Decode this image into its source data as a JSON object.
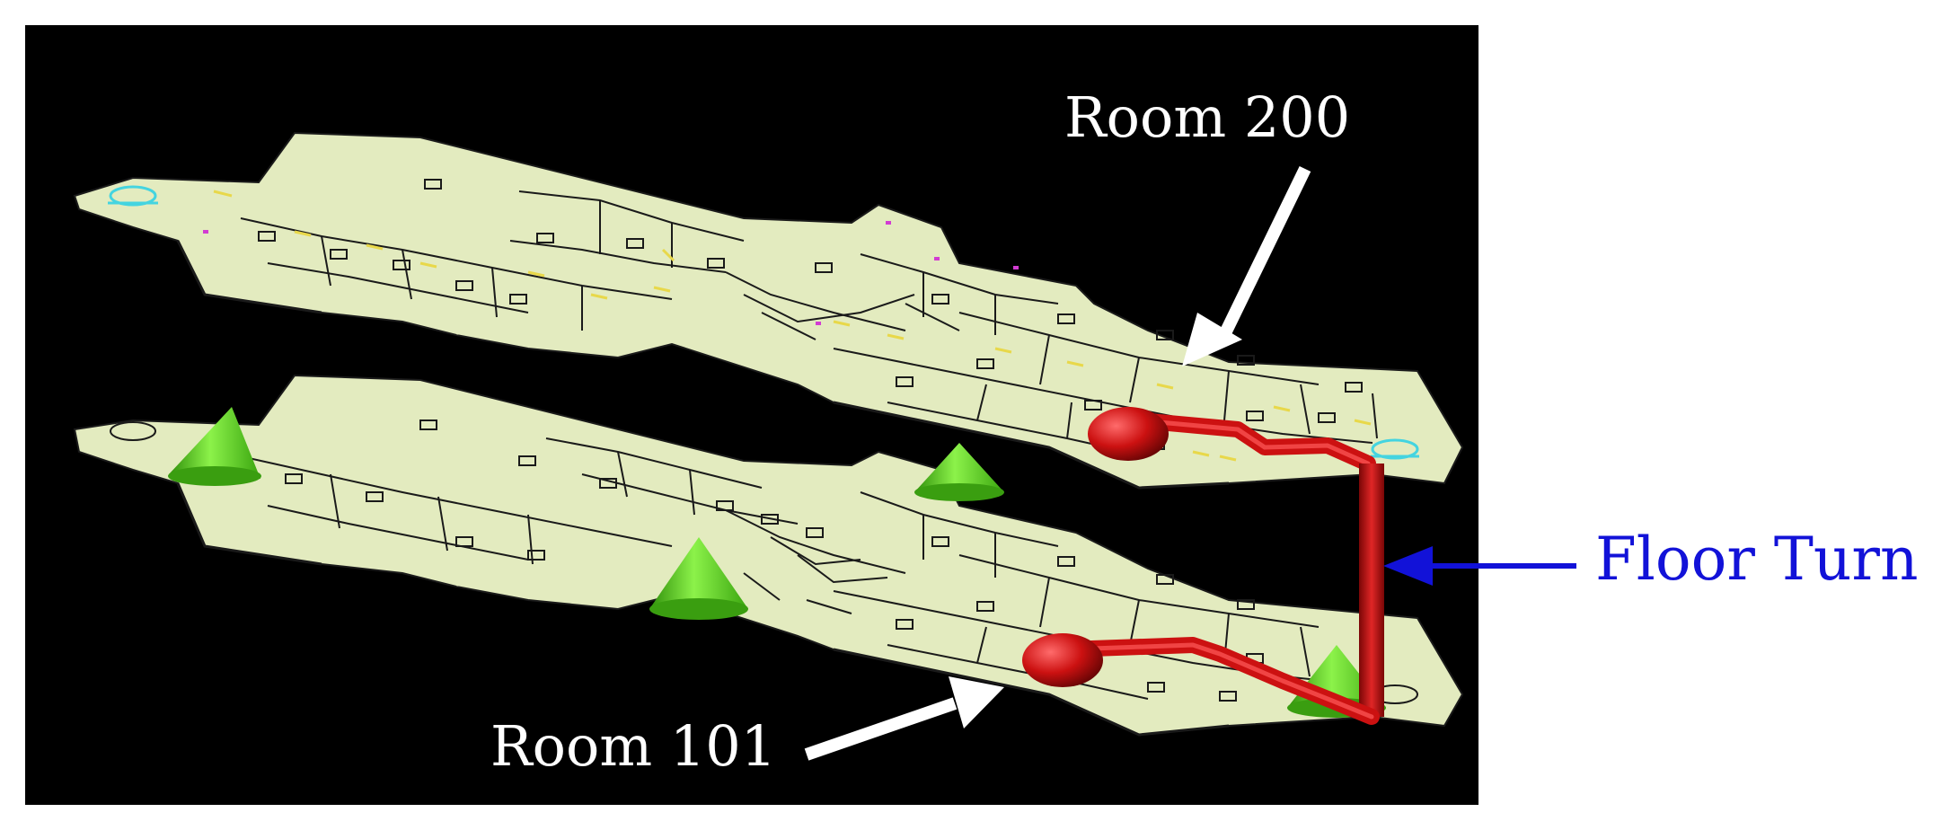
{
  "labels": {
    "room_200": "Room 200",
    "room_101": "Room 101",
    "floor_turn": "Floor Turn"
  },
  "colors": {
    "background": "#000000",
    "floor_fill": "#e3ebbf",
    "floor_line": "#1a1a1a",
    "door_marks": "#e8d84a",
    "stair_marks": "#44d4e0",
    "route": "#cc1111",
    "cone": "#5ed21c",
    "room_label": "#ffffff",
    "floor_turn_label": "#1212d8"
  },
  "icons": {
    "start_marker": "red-sphere",
    "end_marker": "red-sphere",
    "beacon": "green-cone"
  }
}
